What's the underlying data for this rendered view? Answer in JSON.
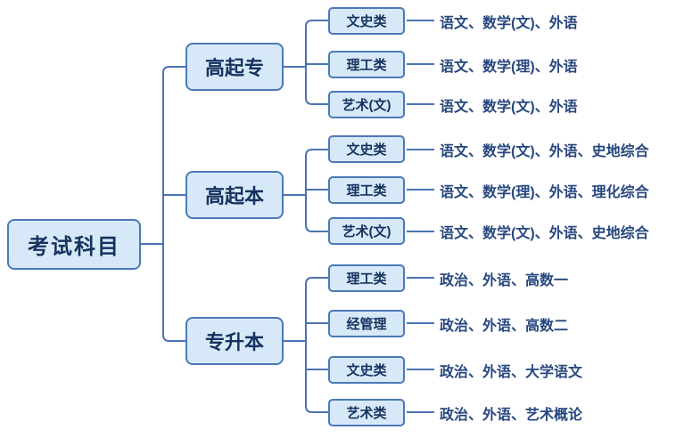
{
  "diagram": {
    "title_hint": "成人高考考试科目结构图",
    "root": {
      "label": "考试科目"
    },
    "branches": [
      {
        "label": "高起专",
        "children": [
          {
            "category": "文史类",
            "subjects": "语文、数学(文)、外语"
          },
          {
            "category": "理工类",
            "subjects": "语文、数学(理)、外语"
          },
          {
            "category": "艺术(文)",
            "subjects": "语文、数学(文)、外语"
          }
        ]
      },
      {
        "label": "高起本",
        "children": [
          {
            "category": "文史类",
            "subjects": "语文、数学(文)、外语、史地综合"
          },
          {
            "category": "理工类",
            "subjects": "语文、数学(理)、外语、理化综合"
          },
          {
            "category": "艺术(文)",
            "subjects": "语文、数学(文)、外语、史地综合"
          }
        ]
      },
      {
        "label": "专升本",
        "children": [
          {
            "category": "理工类",
            "subjects": "政治、外语、高数一"
          },
          {
            "category": "经管理",
            "subjects": "政治、外语、高数二"
          },
          {
            "category": "文史类",
            "subjects": "政治、外语、大学语文"
          },
          {
            "category": "艺术类",
            "subjects": "政治、外语、艺术概论"
          }
        ]
      }
    ],
    "colors": {
      "box_fill": "#d7e9f8",
      "box_border": "#4a79b8",
      "box_text": "#16325f",
      "leaf_text": "#27477f",
      "connector_line": "#4a73b4",
      "background": "#ffffff"
    }
  }
}
